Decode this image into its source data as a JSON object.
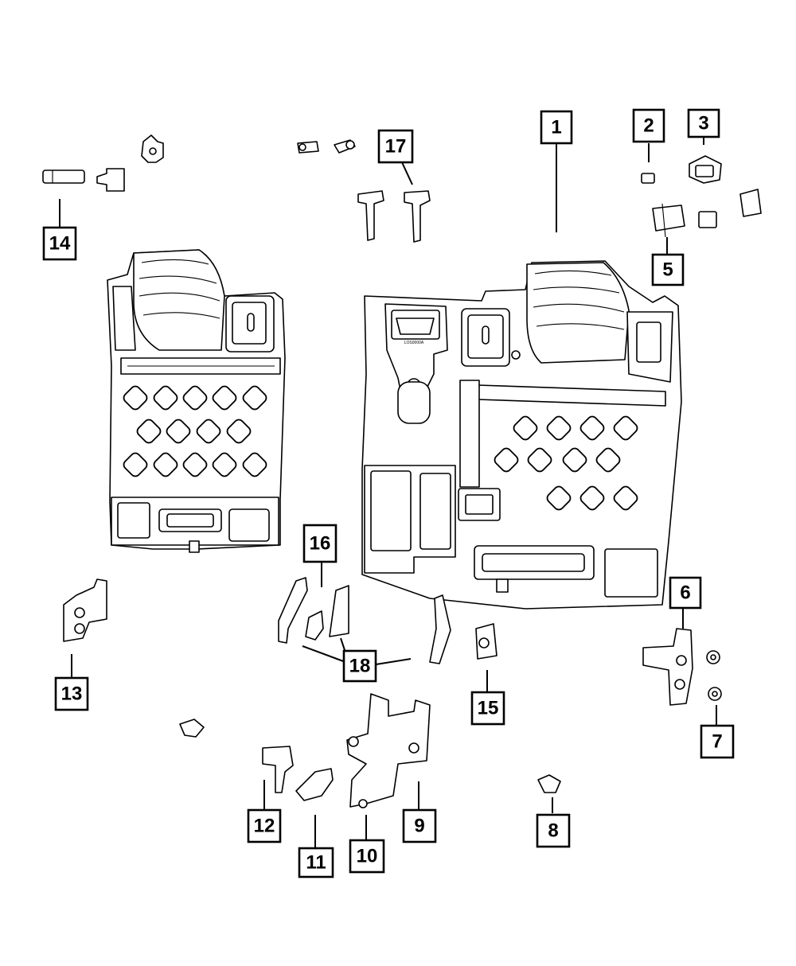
{
  "diagram": {
    "callouts": [
      {
        "id": "1",
        "label": "1"
      },
      {
        "id": "2",
        "label": "2"
      },
      {
        "id": "3",
        "label": "3"
      },
      {
        "id": "5",
        "label": "5"
      },
      {
        "id": "6",
        "label": "6"
      },
      {
        "id": "7",
        "label": "7"
      },
      {
        "id": "8",
        "label": "8"
      },
      {
        "id": "9",
        "label": "9"
      },
      {
        "id": "10",
        "label": "10"
      },
      {
        "id": "11",
        "label": "11"
      },
      {
        "id": "12",
        "label": "12"
      },
      {
        "id": "13",
        "label": "13"
      },
      {
        "id": "14",
        "label": "14"
      },
      {
        "id": "15",
        "label": "15"
      },
      {
        "id": "16",
        "label": "16"
      },
      {
        "id": "17",
        "label": "17"
      },
      {
        "id": "18",
        "label": "18"
      }
    ],
    "stamp_text": "LOS0000A"
  }
}
